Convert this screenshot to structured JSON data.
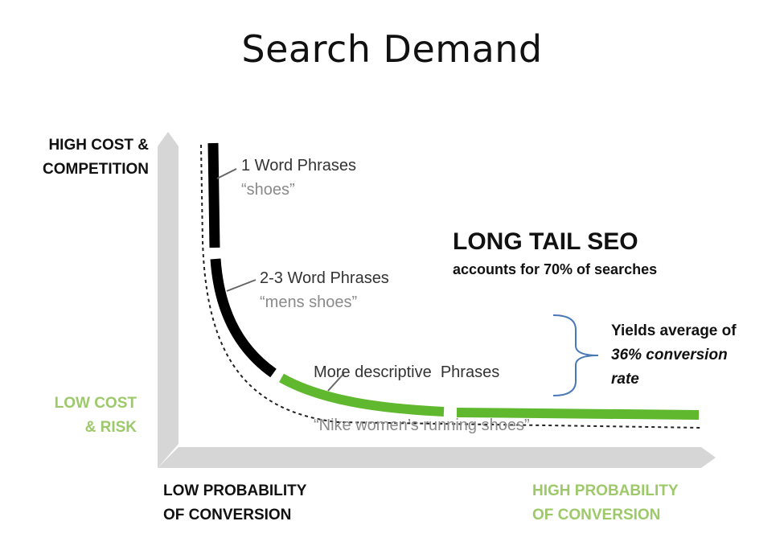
{
  "title": "Search Demand",
  "y_axis": {
    "high_label": [
      "HIGH COST &",
      "COMPETITION"
    ],
    "low_label": [
      "LOW COST",
      "& RISK"
    ]
  },
  "x_axis": {
    "low_label": [
      "LOW PROBABILITY",
      "OF CONVERSION"
    ],
    "high_label": [
      "HIGH PROBABILITY",
      "OF CONVERSION"
    ]
  },
  "segments": [
    {
      "phrase": "1 Word Phrases",
      "example": "“shoes”"
    },
    {
      "phrase": "2-3 Word Phrases",
      "example": "“mens shoes”"
    },
    {
      "phrase": "More descriptive  Phrases",
      "example": "“Nike women’s running shoes”"
    }
  ],
  "long_tail": {
    "title": "LONG TAIL SEO",
    "subtitle": "accounts for 70% of searches"
  },
  "yield_note": {
    "line1": "Yields average of",
    "line2": "36% conversion",
    "line3": "rate"
  },
  "colors": {
    "head": "#000000",
    "tail": "#5fb82e",
    "axis": "#d6d6d6",
    "bracket": "#4a78b5",
    "low_label": "#9dc96a"
  }
}
